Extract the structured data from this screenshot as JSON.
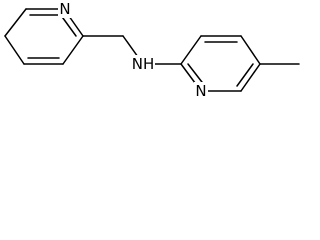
{
  "molecule": {
    "atoms": {
      "n_left_ring": "N",
      "n_amine": "NH",
      "n_right_ring": "N"
    },
    "colors": {
      "bond": "#000000",
      "label": "#000000",
      "background": "#ffffff"
    }
  }
}
